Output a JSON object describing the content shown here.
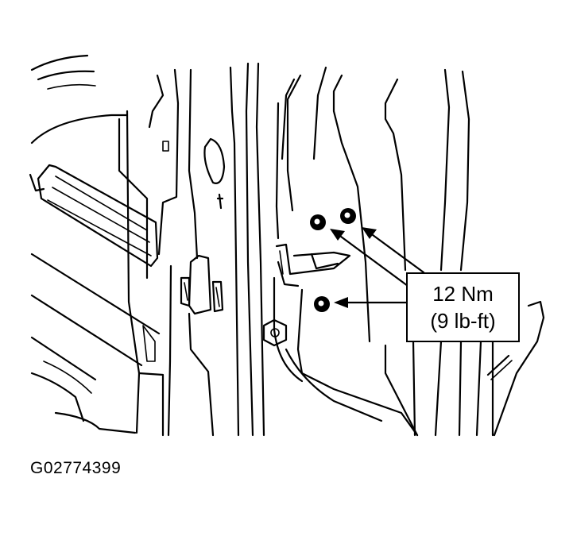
{
  "callout": {
    "torque_metric": "12 Nm",
    "torque_imperial": "(9 lb-ft)"
  },
  "figure_id": "G02774399"
}
